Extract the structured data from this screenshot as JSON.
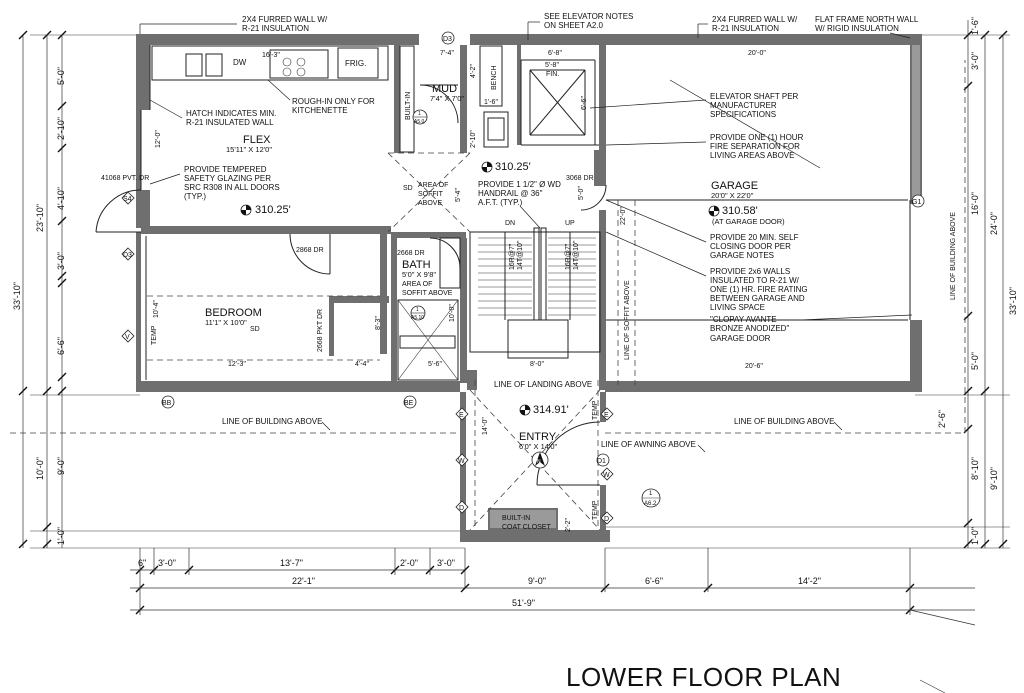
{
  "title": "LOWER FLOOR PLAN",
  "rooms": {
    "flex": {
      "name": "FLEX",
      "size": "15'11\" X 12'0\""
    },
    "mud": {
      "name": "MUD",
      "size": "7'4\" X 7'0\""
    },
    "bedroom": {
      "name": "BEDROOM",
      "size": "11'1\" X 10'0\""
    },
    "bath": {
      "name": "BATH",
      "size": "5'0\" X 9'8\""
    },
    "garage": {
      "name": "GARAGE",
      "size": "20'0\" X 22'0\""
    },
    "entry": {
      "name": "ENTRY",
      "size": "6'0\" X 14'0\""
    }
  },
  "elevations": {
    "flex": "310.25'",
    "mud": "310.25'",
    "garage": "310.58'",
    "garage_note": "(AT GARAGE DOOR)",
    "entry": "314.91'"
  },
  "notes": {
    "furred_wall_left_1": "2X4 FURRED WALL W/",
    "furred_wall_left_2": "R-21 INSULATION",
    "elevator_notes_1": "SEE ELEVATOR NOTES",
    "elevator_notes_2": "ON SHEET A2.0",
    "furred_wall_right_1": "2X4 FURRED WALL W/",
    "furred_wall_right_2": "R-21 INSULATION",
    "flat_frame_1": "FLAT FRAME NORTH WALL",
    "flat_frame_2": "W/ RIGID INSULATION",
    "hatch_1": "HATCH INDICATES MIN.",
    "hatch_2": "R-21 INSULATED WALL",
    "roughin_1": "ROUGH-IN ONLY FOR",
    "roughin_2": "KITCHENETTE",
    "tempered_1": "PROVIDE TEMPERED",
    "tempered_2": "SAFETY GLAZING PER",
    "tempered_3": "SRC R308 IN ALL DOORS",
    "tempered_4": "(TYP.)",
    "elev_shaft_1": "ELEVATOR SHAFT PER",
    "elev_shaft_2": "MANUFACTURER",
    "elev_shaft_3": "SPECIFICATIONS",
    "one_hour_1": "PROVIDE ONE (1) HOUR",
    "one_hour_2": "FIRE SEPARATION FOR",
    "one_hour_3": "LIVING AREAS ABOVE",
    "handrail_1": "PROVIDE 1 1/2\" Ø WD",
    "handrail_2": "HANDRAIL @ 36\"",
    "handrail_3": "A.F.T. (TYP.)",
    "self_closing_1": "PROVIDE 20 MIN. SELF",
    "self_closing_2": "CLOSING DOOR PER",
    "self_closing_3": "GARAGE NOTES",
    "walls_2x6_1": "PROVIDE 2x6 WALLS",
    "walls_2x6_2": "INSULATED TO R-21 W/",
    "walls_2x6_3": "ONE (1) HR. FIRE RATING",
    "walls_2x6_4": "BETWEEN GARAGE AND",
    "walls_2x6_5": "LIVING SPACE",
    "garage_door_1": "\"CLOPAY AVANTE",
    "garage_door_2": "BRONZE ANODIZED\"",
    "garage_door_3": "GARAGE DOOR",
    "soffit_1": "AREA OF",
    "soffit_2": "SOFFIT",
    "soffit_3": "ABOVE",
    "soffit_bath_1": "AREA OF",
    "soffit_bath_2": "SOFFIT ABOVE",
    "line_soffit": "LINE OF SOFFIT ABOVE",
    "line_building_right_v": "LINE OF BUILDING ABOVE",
    "line_landing": "LINE OF LANDING ABOVE",
    "line_building_left": "LINE OF BUILDING ABOVE",
    "line_building_right": "LINE OF BUILDING ABOVE",
    "line_awning": "LINE OF AWNING ABOVE",
    "built_in_closet_1": "BUILT-IN",
    "built_in_closet_2": "COAT CLOSET",
    "built_in": "BUILT-IN",
    "bench": "BENCH",
    "fin": "FIN.",
    "dw": "DW",
    "frig": "FRIG.",
    "sd": "SD",
    "dn": "DN",
    "up": "UP",
    "temp": "TEMP",
    "stair_dn_1": "16R@7\"",
    "stair_dn_2": "14T@10\"",
    "stair_up_1": "16R@7\"",
    "stair_up_2": "14T@10\""
  },
  "door_labels": {
    "pvt_dr": "41068 PVT. DR",
    "d2868_dr": "2868 DR",
    "d2668_dr": "2668 DR",
    "d3068_dr": "3068 DR",
    "pkt_dr": "2668 PKT DR"
  },
  "tags": {
    "d3": "D3",
    "d3b": "D3",
    "s4": "S4",
    "v": "V",
    "d1": "D1",
    "e1": "E",
    "e2": "E",
    "w1": "W",
    "w2": "W",
    "d_a": "D",
    "d_b": "D",
    "g1": "G1",
    "bb": "BB",
    "be": "BE",
    "sec_mud_num": "1",
    "sec_mud_sheet": "A5.0",
    "sec_bath_num": "1",
    "sec_bath_sheet": "A5.10",
    "sec_entry_num": "1",
    "sec_entry_sheet": "A6.2",
    "north": "N"
  },
  "dims": {
    "left_5_0": "5'-0\"",
    "left_2_10": "2'-10\"",
    "left_4_10": "4'-10\"",
    "left_3_0": "3'-0\"",
    "left_6_6": "6'-6\"",
    "left_10_0": "10'-0\"",
    "left_1_0": "1'-0\"",
    "left_23_10": "23'-10\"",
    "left_33_10": "33'-10\"",
    "left_9_0": "9'-0\"",
    "right_1_6": "1'-6\"",
    "right_3_0": "3'-0\"",
    "right_16_0": "16'-0\"",
    "right_5_0": "5'-0\"",
    "right_2_6": "2'-6\"",
    "right_8_10": "8'-10\"",
    "right_1_0": "1'-0\"",
    "right_24_0": "24'-0\"",
    "right_33_10": "33'-10\"",
    "right_9_10": "9'-10\"",
    "b_6": "6\"",
    "b_3_0a": "3'-0\"",
    "b_13_7": "13'-7\"",
    "b_2_0": "2'-0\"",
    "b_3_0b": "3'-0\"",
    "b_22_1": "22'-1\"",
    "b_9_0": "9'-0\"",
    "b_6_6": "6'-6\"",
    "b_14_2": "14'-2\"",
    "b_51_9": "51'-9\"",
    "i_16_3": "16'-3\"",
    "i_7_4": "7'-4\"",
    "i_6_8": "6'-8\"",
    "i_5_8": "5'-8\"",
    "i_20_0": "20'-0\"",
    "i_6_6": "6'-6\"",
    "i_4_2": "4'-2\"",
    "i_1_6": "1'-6\"",
    "i_2_10": "2'-10\"",
    "i_12_0": "12'-0\"",
    "i_5_0": "5'-0\"",
    "i_22_0": "22'-0\"",
    "i_5_4": "5'-4\"",
    "i_10_4": "10'-4\"",
    "i_12_3": "12'-3\"",
    "i_4_4": "4'-4\"",
    "i_5_6": "5'-6\"",
    "i_8_0": "8'-0\"",
    "i_20_6": "20'-6\"",
    "i_8_3": "8'-3\"",
    "i_10_0": "10'-0\"",
    "i_14_0": "14'-0\"",
    "i_2_2": "2'-2\""
  }
}
